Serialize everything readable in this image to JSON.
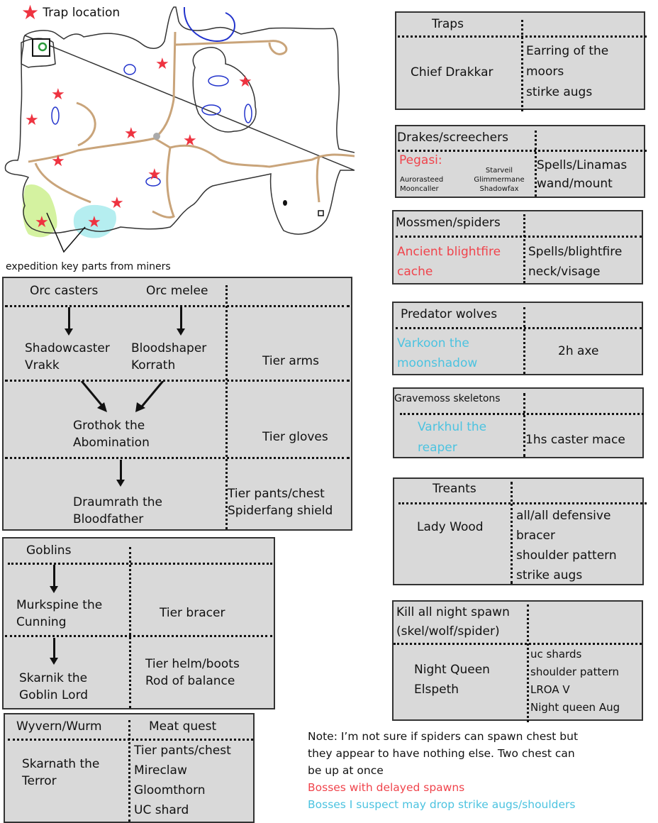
{
  "legend": {
    "trap_label": "Trap location",
    "star_color": "#ee3340"
  },
  "map": {
    "trap_count": 12,
    "expedition_label": "expedition key parts from miners",
    "colors": {
      "outline": "#333333",
      "road": "#c9a47a",
      "water": "#2233cc",
      "green_zone": "#d4f2a0",
      "cyan_zone": "#b5eef0"
    }
  },
  "orcs": {
    "header_left": "Orc casters",
    "header_mid": "Orc melee",
    "row1_left": [
      "Shadowcaster",
      "Vrakk"
    ],
    "row1_mid": [
      "Bloodshaper",
      "Korrath"
    ],
    "row1_drop": "Tier arms",
    "row2_boss": [
      "Grothok the",
      "Abomination"
    ],
    "row2_drop": "Tier gloves",
    "row3_boss": [
      "Draumrath the",
      "Bloodfather"
    ],
    "row3_drop": [
      "Tier pants/chest",
      "Spiderfang shield"
    ]
  },
  "goblins": {
    "header": "Goblins",
    "row1_boss": [
      "Murkspine the",
      "Cunning"
    ],
    "row1_drop": "Tier bracer",
    "row2_boss": [
      "Skarnik the",
      "Goblin Lord"
    ],
    "row2_drop": [
      "Tier helm/boots",
      "Rod of balance"
    ]
  },
  "wyvern": {
    "header_left": "Wyvern/Wurm",
    "header_right": "Meat quest",
    "boss": [
      "Skarnath the",
      "Terror"
    ],
    "drops": [
      "Tier pants/chest",
      "Mireclaw",
      "Gloomthorn",
      "UC shard"
    ]
  },
  "traps": {
    "header": "Traps",
    "boss": "Chief Drakkar",
    "drops": [
      "Earring of the",
      "moors",
      "stirke augs"
    ]
  },
  "drakes": {
    "header": "Drakes/screechers",
    "pegasi_label": "Pegasi:",
    "pegasi_col1": [
      "Aurorasteed",
      "Mooncaller"
    ],
    "pegasi_col2": [
      "Starveil",
      "Glimmermane",
      "Shadowfax"
    ],
    "drops": [
      "Spells/Linamas",
      "wand/mount"
    ]
  },
  "mossmen": {
    "header": "Mossmen/spiders",
    "boss": [
      "Ancient blightfire",
      "cache"
    ],
    "drops": [
      "Spells/blightfire",
      "neck/visage"
    ]
  },
  "wolves": {
    "header": "Predator wolves",
    "boss": [
      "Varkoon the",
      "moonshadow"
    ],
    "drop": "2h axe"
  },
  "skeletons": {
    "header": "Gravemoss skeletons",
    "boss": [
      "Varkhul the",
      "reaper"
    ],
    "drop": "1hs caster mace"
  },
  "treants": {
    "header": "Treants",
    "boss": "Lady Wood",
    "drops": [
      "all/all defensive",
      "bracer",
      "shoulder pattern",
      "strike augs"
    ]
  },
  "night": {
    "header": [
      "Kill all night spawn",
      "(skel/wolf/spider)"
    ],
    "boss": [
      "Night Queen",
      "Elspeth"
    ],
    "drops": [
      "uc shards",
      "shoulder pattern",
      "LROA V",
      "Night queen Aug"
    ]
  },
  "notes": {
    "note_lines": [
      "Note: I’m not sure if spiders can spawn chest but",
      "they appear to have nothing else. Two chest can",
      "be up at once"
    ],
    "red_legend": "Bosses with delayed spawns",
    "cyan_legend": "Bosses I suspect may drop strike augs/shoulders",
    "red_color": "#f0444c",
    "cyan_color": "#4cc3e0"
  }
}
